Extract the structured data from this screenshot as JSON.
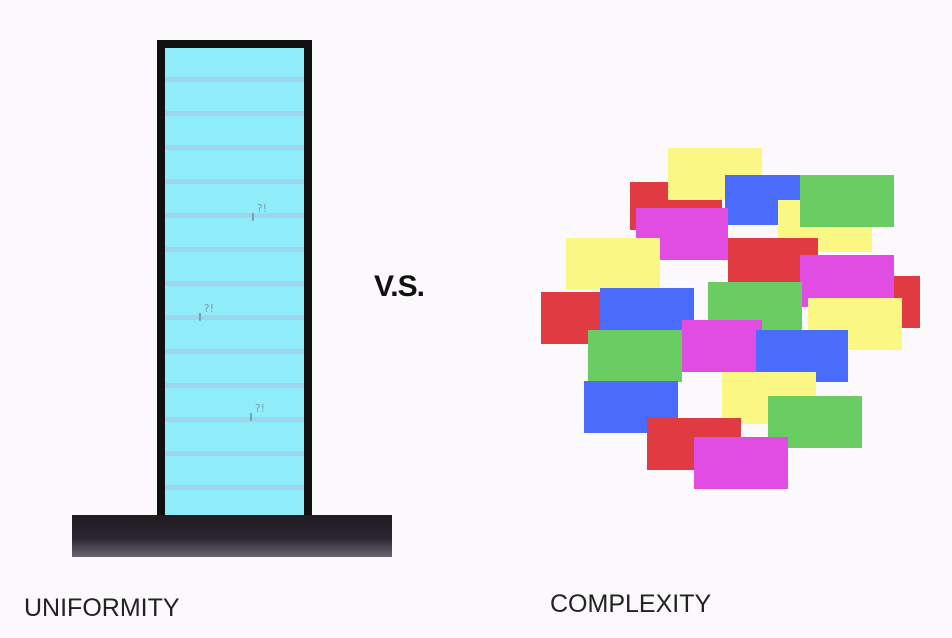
{
  "left_caption": "UNIFORMITY",
  "right_caption": "COMPLEXITY",
  "vs_label": "V.S.",
  "figure_glyph": "?!",
  "colors": {
    "tower_glass": "#8eedf8",
    "tower_floor_lines": "#9dd5ef",
    "tower_frame": "#111111",
    "yellow": "#faf784",
    "red": "#e03a42",
    "blue": "#4a6cfa",
    "green": "#6acd63",
    "magenta": "#e14de2"
  },
  "icons": [
    "uniform-tower-icon",
    "person-icon",
    "colored-blocks-cluster-icon"
  ]
}
